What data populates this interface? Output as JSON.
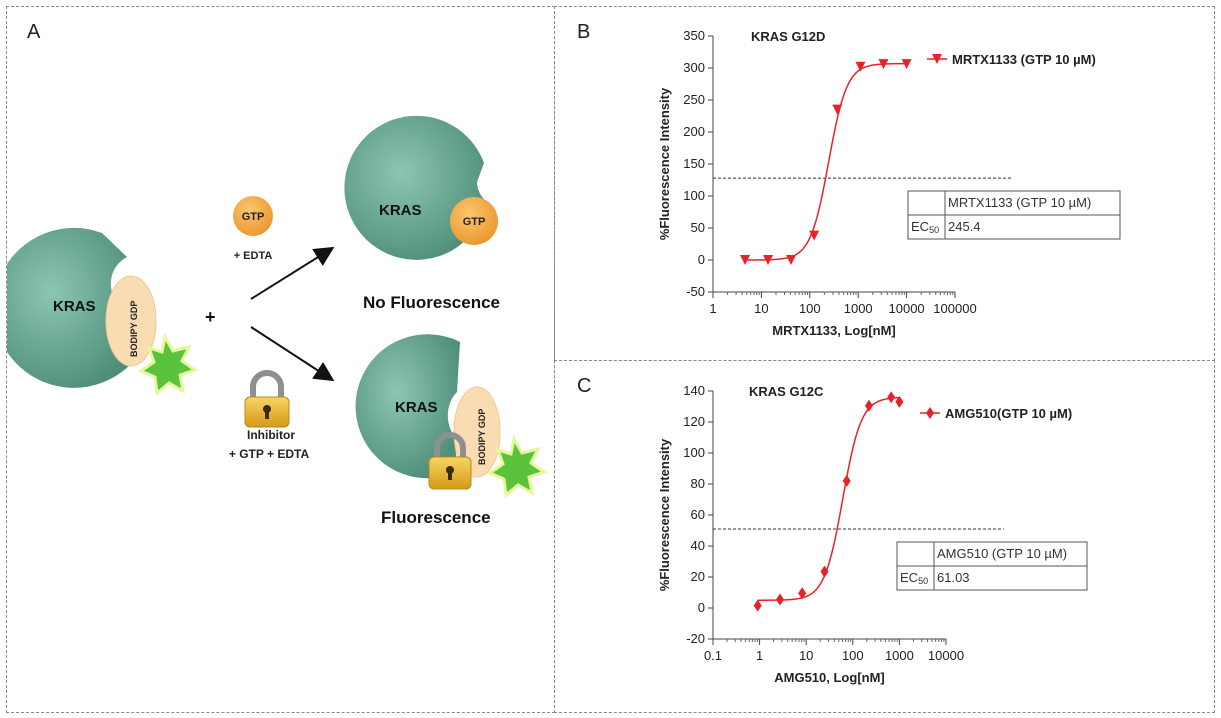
{
  "panel_a": {
    "letter": "A",
    "kras_label": "KRAS",
    "bodipy_label": "BODIPY GDP",
    "gtp_label": "GTP",
    "plus_sign": "+",
    "edta_label": "+ EDTA",
    "inhibitor_label": "Inhibitor",
    "inhibitor_sub": "+ GTP + EDTA",
    "no_fluorescence": "No Fluorescence",
    "fluorescence": "Fluorescence",
    "colors": {
      "kras": "#5e9f8a",
      "gtp": "#f2ab45",
      "bodipy": "#f9dcb2",
      "star": "#5bc23d",
      "lock": "#e6b427"
    }
  },
  "panel_b": {
    "letter": "B",
    "ec50_header_label": "EC",
    "ec50_sub": "50",
    "ec50_value": "245.4"
  },
  "panel_c": {
    "letter": "C",
    "ec50_header_label": "EC",
    "ec50_sub": "50",
    "ec50_value": "61.03"
  },
  "chart_data": [
    {
      "type": "scatter",
      "title": "KRAS G12D",
      "xlabel": "MRTX1133, Log[nM]",
      "ylabel": "%Fluorescence Intensity",
      "xscale": "log",
      "xlim": [
        1,
        100000
      ],
      "ylim": [
        -50,
        350
      ],
      "xticks": [
        "1",
        "10",
        "100",
        "1000",
        "10000",
        "100000"
      ],
      "yticks": [
        "-50",
        "0",
        "50",
        "100",
        "150",
        "200",
        "250",
        "300",
        "350"
      ],
      "marker": "triangle-down",
      "color": "#e8222a",
      "series": [
        {
          "name": "MRTX1133 (GTP 10 µM)",
          "x": [
            4.6,
            13.7,
            41,
            123,
            370,
            1111,
            3333,
            10000
          ],
          "y": [
            0,
            0,
            0,
            38,
            235,
            302,
            306,
            306
          ]
        }
      ],
      "fit": {
        "bottom": 0,
        "top": 307,
        "ec50": 245.4,
        "hill": 2.3
      },
      "reference_line_y": 128,
      "legend": "top-right",
      "table": {
        "header": "MRTX1133 (GTP 10 µM)",
        "row_label": "EC50",
        "value": "245.4"
      }
    },
    {
      "type": "scatter",
      "title": "KRAS G12C",
      "xlabel": "AMG510, Log[nM]",
      "ylabel": "%Fluorescence Intensity",
      "xscale": "log",
      "xlim": [
        0.1,
        10000
      ],
      "ylim": [
        -20,
        140
      ],
      "xticks": [
        "0.1",
        "1",
        "10",
        "100",
        "1000",
        "10000"
      ],
      "yticks": [
        "-20",
        "0",
        "20",
        "40",
        "60",
        "80",
        "100",
        "120",
        "140"
      ],
      "marker": "diamond",
      "color": "#e8222a",
      "series": [
        {
          "name": "AMG510(GTP 10 µM)",
          "x": [
            0.91,
            2.74,
            8.2,
            24.7,
            74,
            222,
            667,
            1000
          ],
          "y": [
            1.5,
            5.5,
            9.5,
            23.5,
            82,
            130.5,
            136,
            133
          ]
        }
      ],
      "fit": {
        "bottom": 5,
        "top": 136,
        "ec50": 61.03,
        "hill": 2.2
      },
      "reference_line_y": 51,
      "legend": "top-right",
      "table": {
        "header": "AMG510 (GTP 10 µM)",
        "row_label": "EC50",
        "value": "61.03"
      }
    }
  ]
}
